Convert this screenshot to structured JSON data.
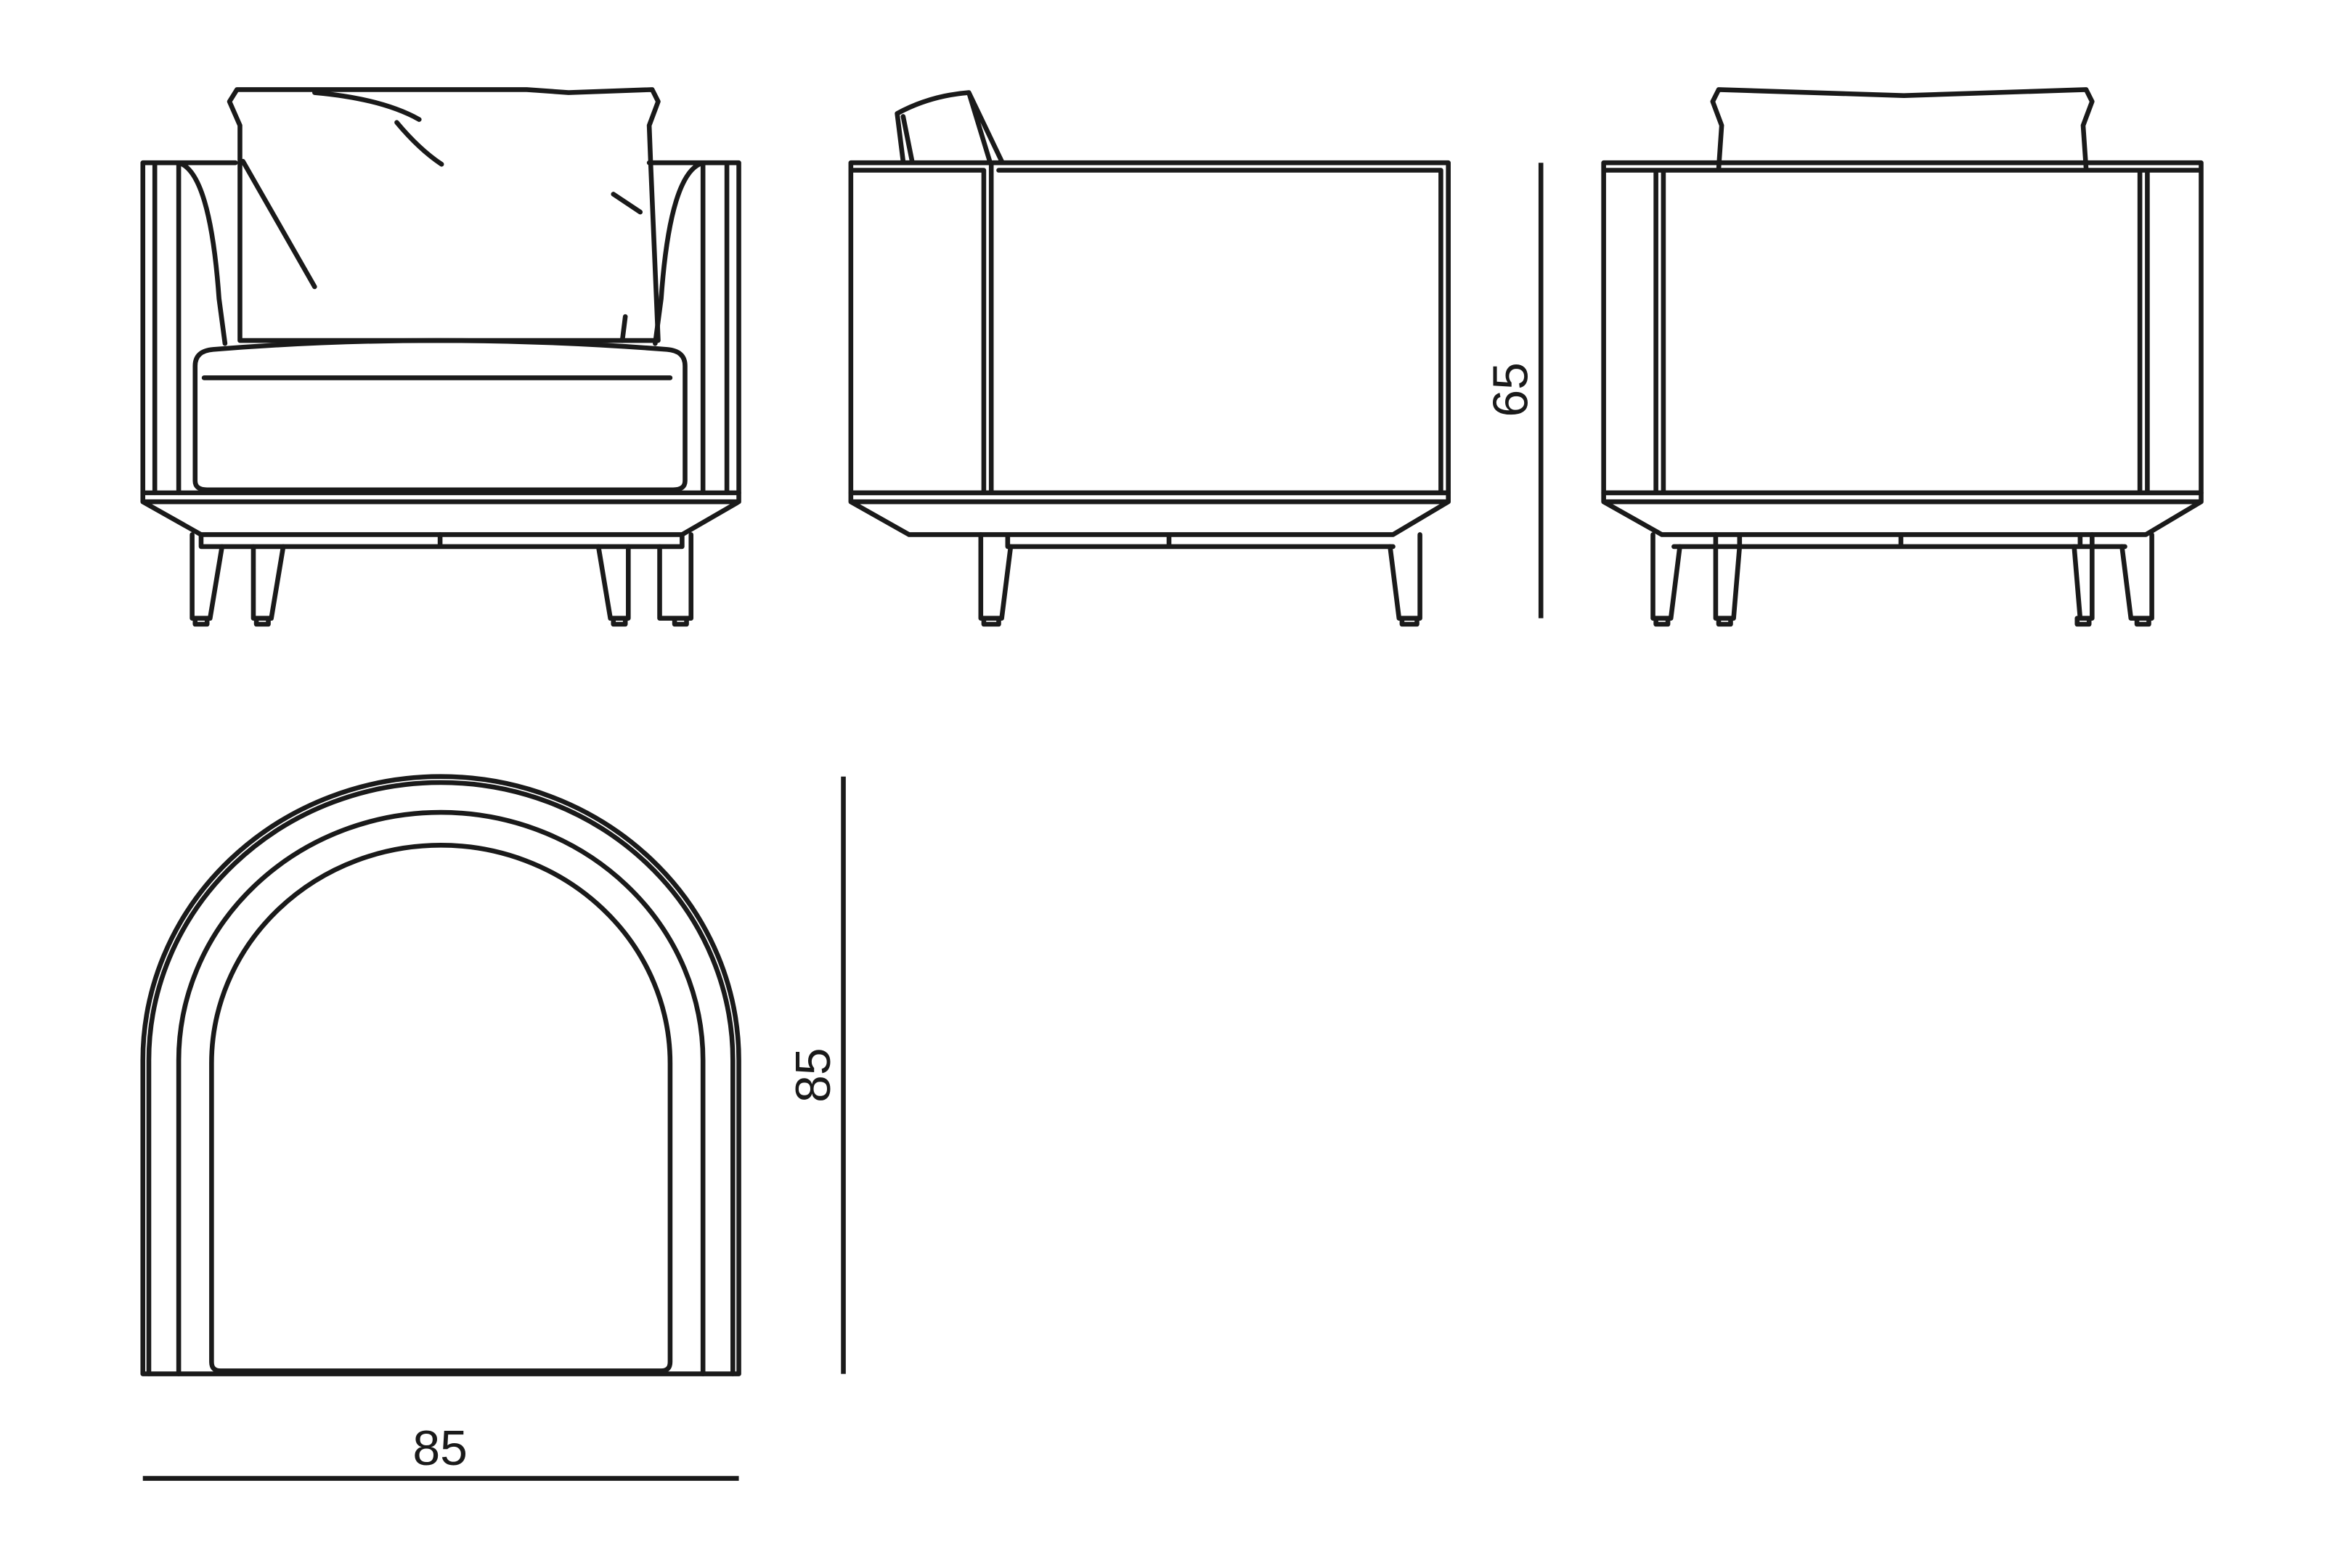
{
  "dimensions": {
    "height": "65",
    "depth": "85",
    "width": "85"
  }
}
